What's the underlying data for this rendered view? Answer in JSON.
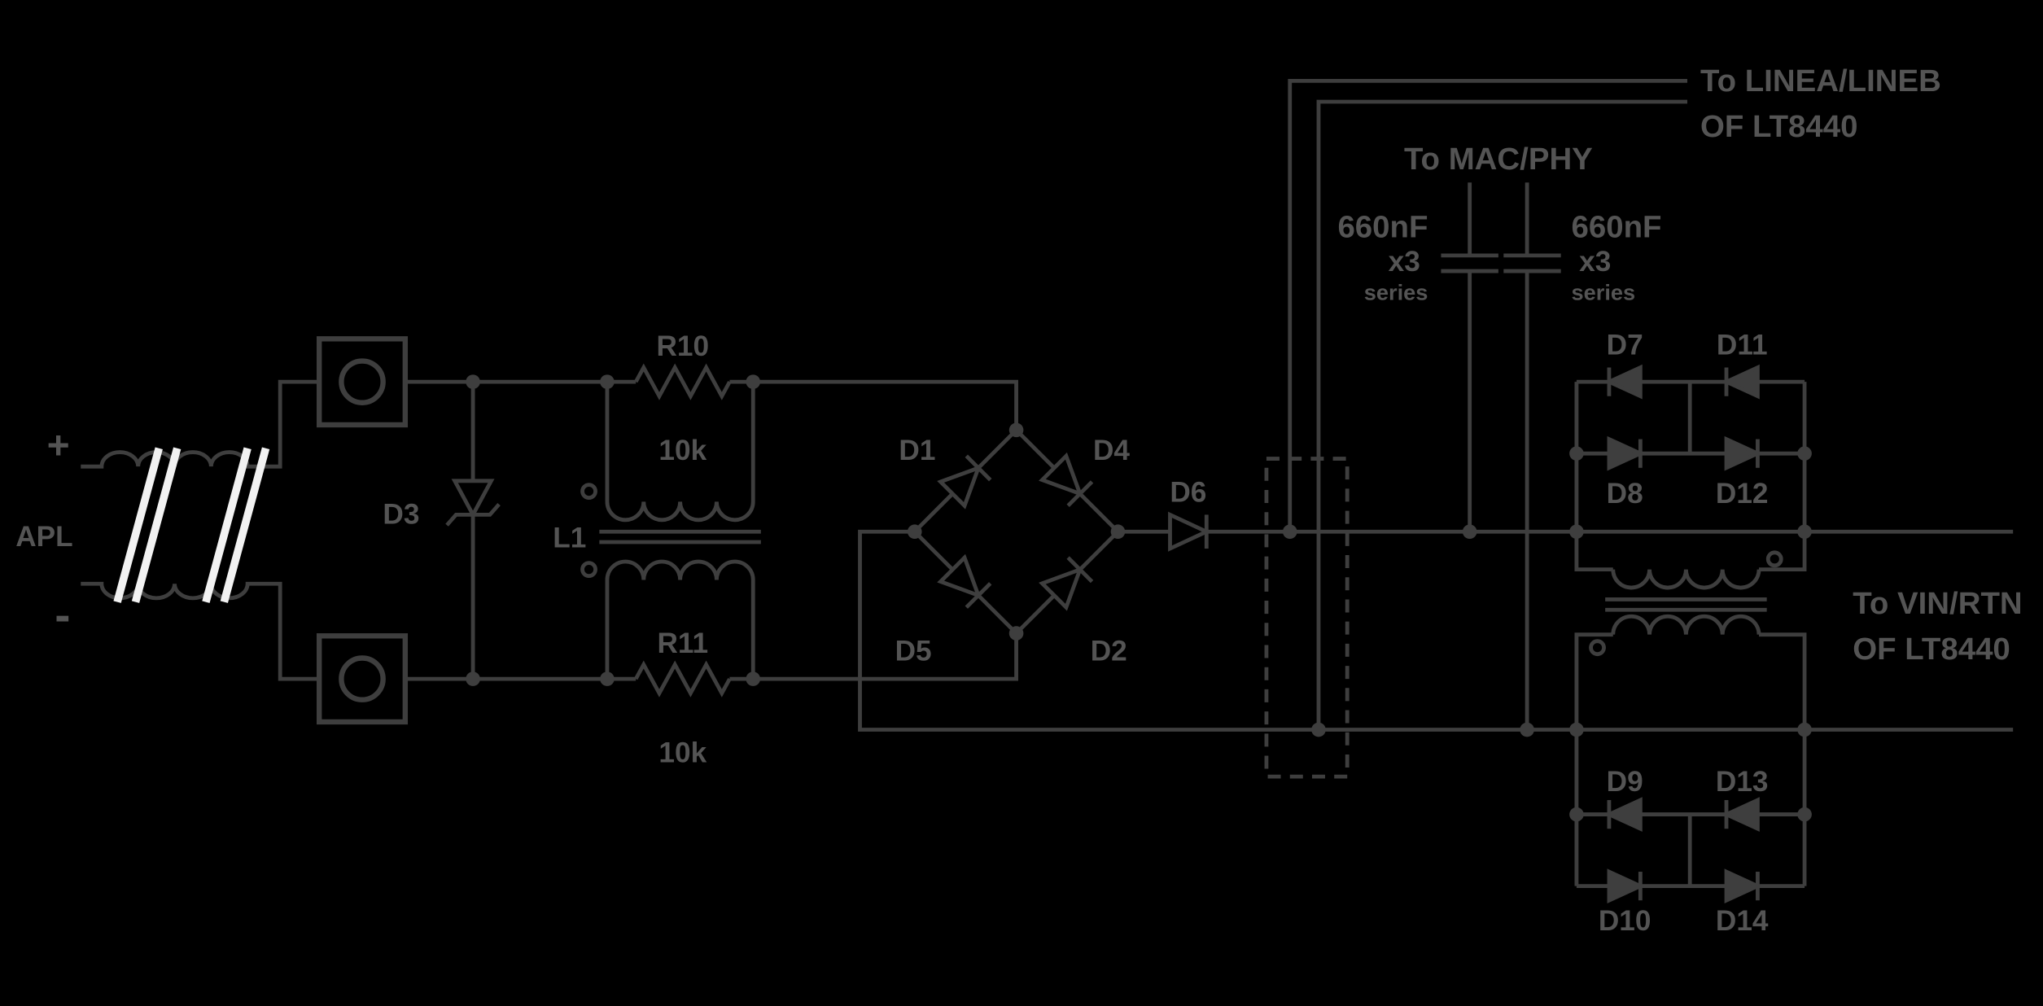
{
  "diagram": {
    "kind": "circuit-schematic",
    "colors": {
      "background": "#000000",
      "line": "#3e3e3e",
      "text": "#545454",
      "cable_slash": "#f2f2f2"
    },
    "labels": {
      "plus": "+",
      "apl": "APL",
      "minus": "-",
      "d3": "D3",
      "l1": "L1",
      "r10": "R10",
      "r10_value": "10k",
      "r11": "R11",
      "r11_value": "10k",
      "d1": "D1",
      "d4": "D4",
      "d5": "D5",
      "d2": "D2",
      "d6": "D6",
      "to_linea_line1": "To LINEA/LINEB",
      "to_linea_line2": "OF LT8440",
      "to_macphy": "To MAC/PHY",
      "cap_left_value": "660nF",
      "cap_left_mult": "x3",
      "cap_left_note": "series",
      "cap_right_value": "660nF",
      "cap_right_mult": "x3",
      "cap_right_note": "series",
      "d7": "D7",
      "d11": "D11",
      "d8": "D8",
      "d12": "D12",
      "d9": "D9",
      "d13": "D13",
      "d10": "D10",
      "d14": "D14",
      "to_vin_line1": "To VIN/RTN",
      "to_vin_line2": "OF LT8440"
    }
  }
}
